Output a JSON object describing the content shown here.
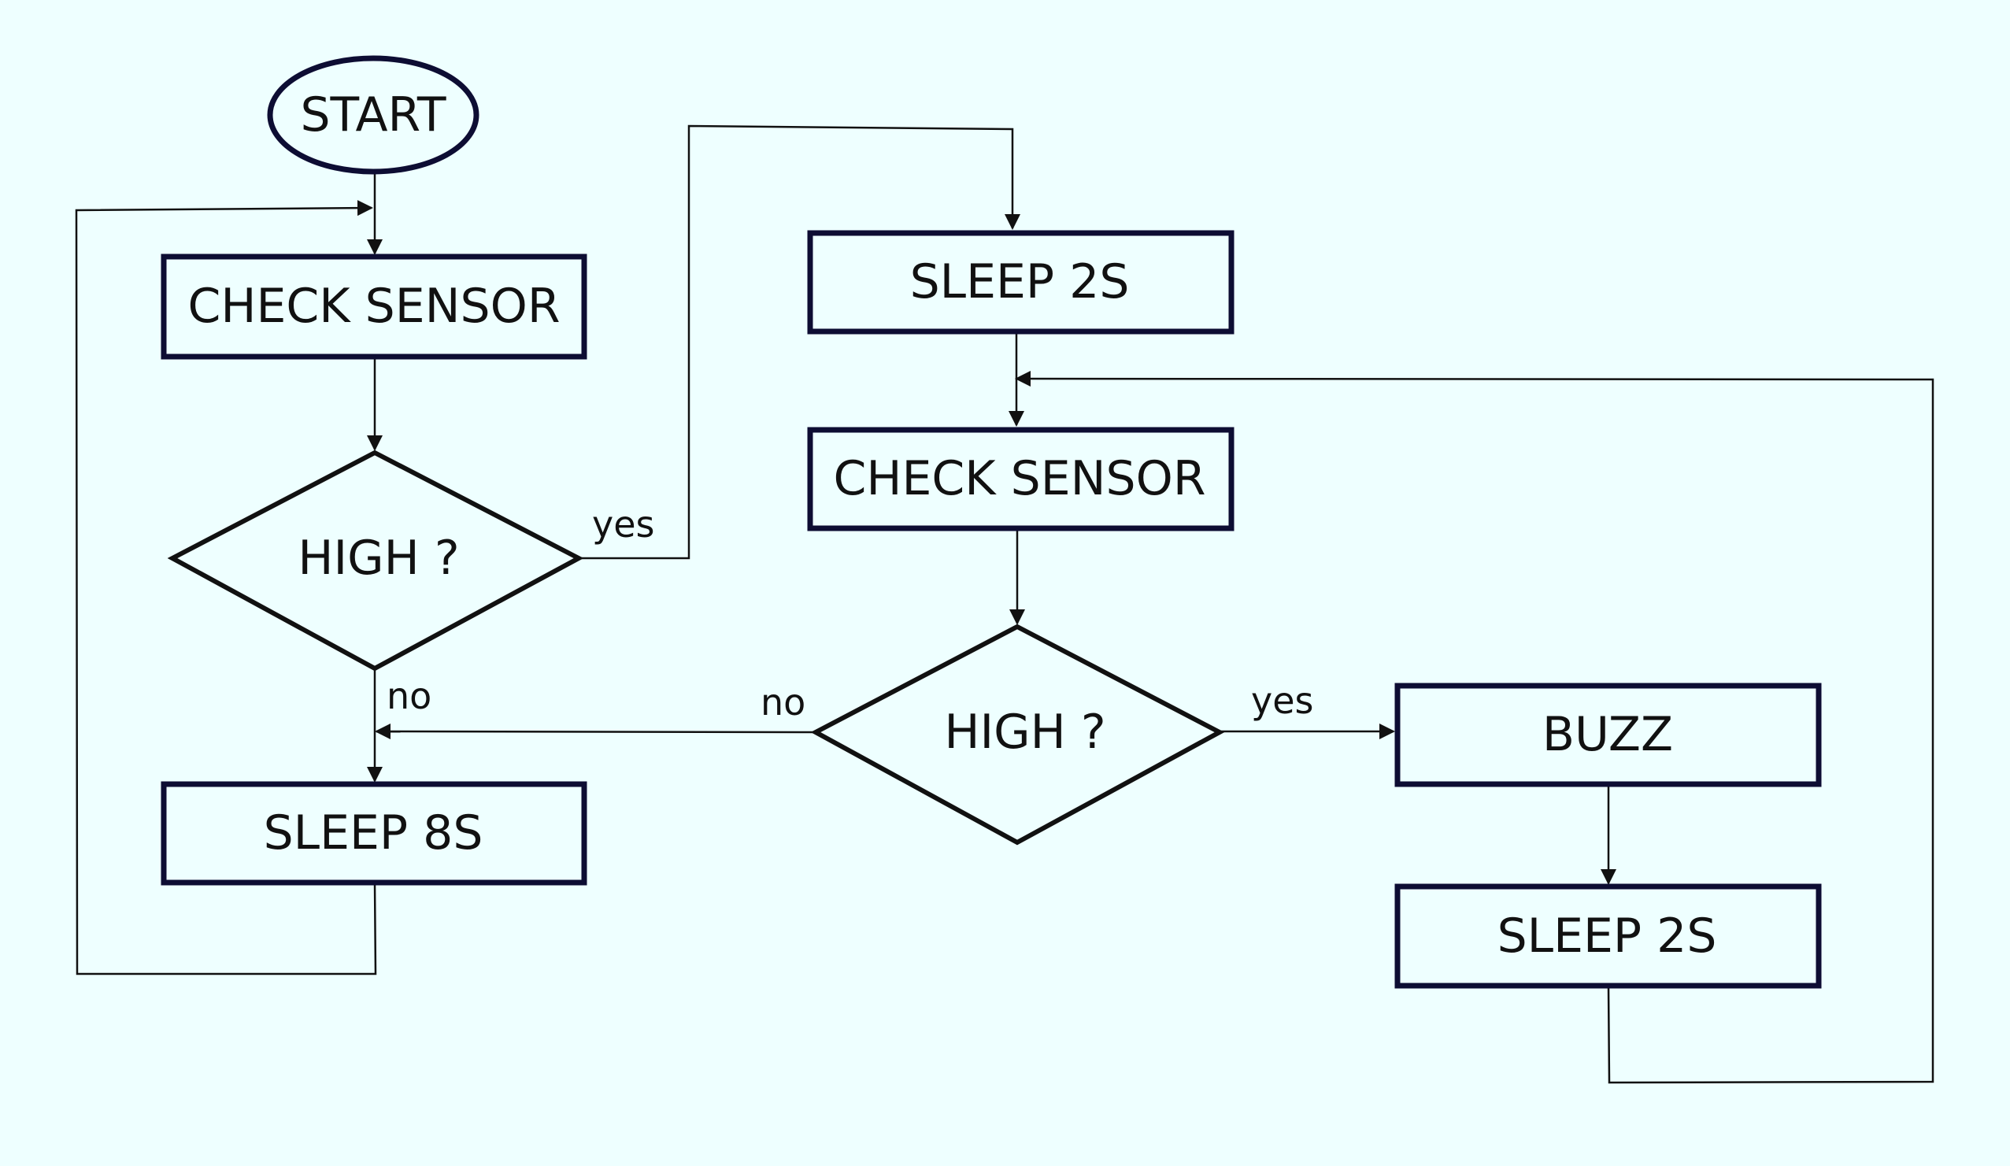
{
  "colors": {
    "background": "#eeffff",
    "box_stroke": "#0d0d33",
    "line": "#111111",
    "text": "#111111"
  },
  "nodes": {
    "start": "START",
    "check_sensor_1": "CHECK SENSOR",
    "decision_1": "HIGH ?",
    "sleep_8s": "SLEEP 8S",
    "sleep_2s_top": "SLEEP 2S",
    "check_sensor_2": "CHECK SENSOR",
    "decision_2": "HIGH ?",
    "buzz": "BUZZ",
    "sleep_2s_bottom": "SLEEP 2S"
  },
  "edge_labels": {
    "decision_1_yes": "yes",
    "decision_1_no": "no",
    "decision_2_no": "no",
    "decision_2_yes": "yes"
  }
}
